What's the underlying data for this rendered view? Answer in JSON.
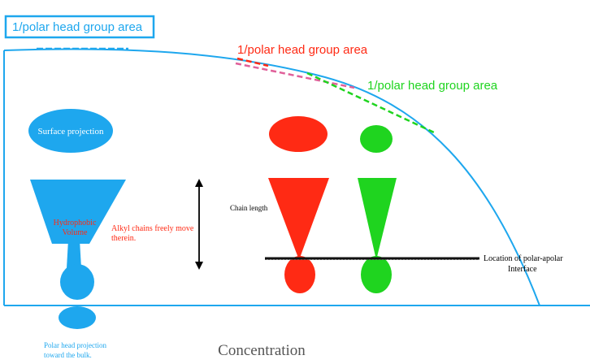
{
  "legend_box": {
    "label": "1/polar head group area"
  },
  "tangent_labels": {
    "red": "1/polar head group area",
    "green": "1/polar head group area"
  },
  "molecule_blue": {
    "surface_projection": "Surface projection",
    "volume_label_line1": "Hydrophobic",
    "volume_label_line2": "Volume",
    "alkyl_note_line1": "Alkyl chains freely move",
    "alkyl_note_line2": "therein.",
    "polar_projection_line1": "Polar head projection",
    "polar_projection_line2": "toward the bulk."
  },
  "chain_length_label": "Chain length",
  "interface_label_line1": "Location of polar-apolar",
  "interface_label_line2": "Interface",
  "x_axis_label": "Concentration",
  "colors": {
    "blue": "#1ea7ee",
    "red": "#ff2a14",
    "green": "#1fd41f",
    "magenta": "#e0609a",
    "curve": "#1ea7ee",
    "axis": "#1ea7ee",
    "interface_line": "#111111"
  }
}
